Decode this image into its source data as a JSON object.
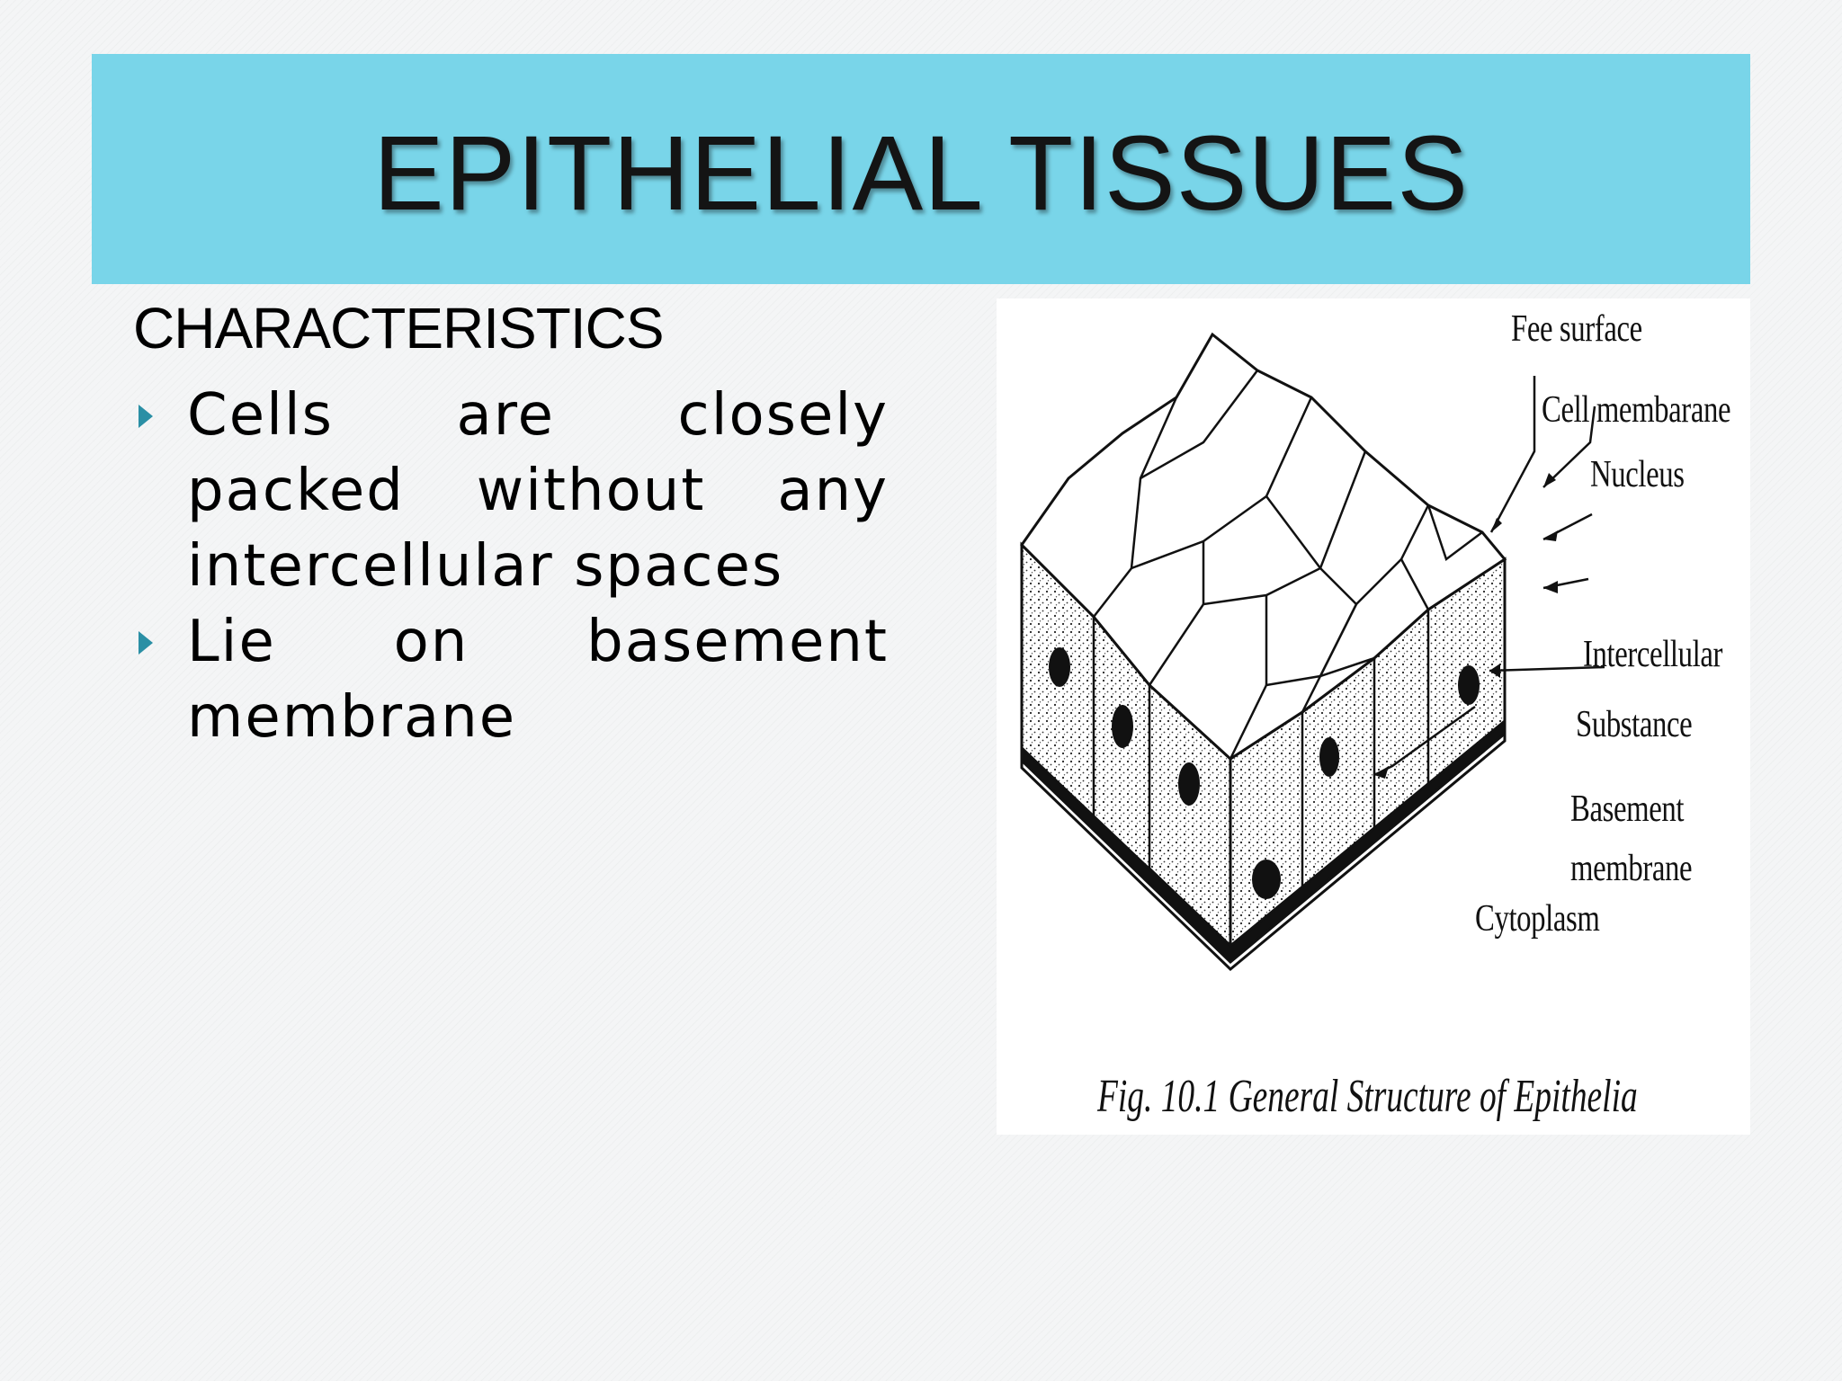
{
  "slide": {
    "title": "EPITHELIAL TISSUES",
    "subheading": "CHARACTERISTICS",
    "bullets": [
      {
        "text": "Cells are closely packed without any intercellular spaces"
      },
      {
        "text": "Lie on basement membrane"
      }
    ]
  },
  "figure": {
    "labels": {
      "free_surface": "Fee surface",
      "cell_membrane": "Cell membarane",
      "nucleus": "Nucleus",
      "intercellular": "Intercellular",
      "substance": "Substance",
      "basement": "Basement",
      "membrane": "membrane",
      "cytoplasm": "Cytoplasm"
    },
    "caption": "Fig. 10.1 General Structure of Epithelia"
  },
  "colors": {
    "title_bar": "#79d5e9",
    "bullet_marker": "#2a8fa5"
  }
}
